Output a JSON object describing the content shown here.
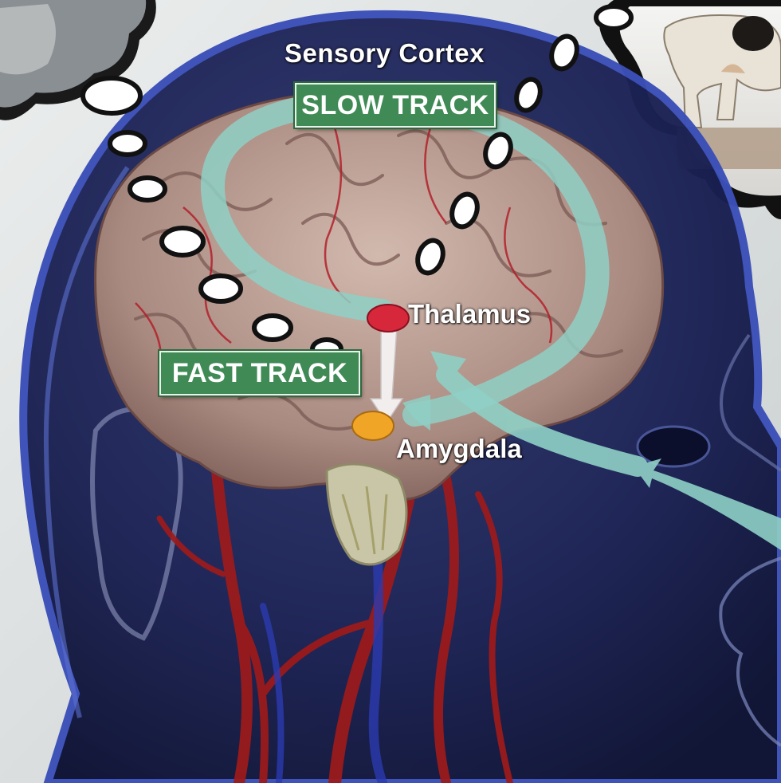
{
  "labels": {
    "sensory_cortex": "Sensory Cortex",
    "thalamus": "Thalamus",
    "amygdala": "Amygdala"
  },
  "tracks": {
    "slow": "SLOW TRACK",
    "fast": "FAST TRACK"
  },
  "colors": {
    "background": "#dfe3e3",
    "head": "#1a2150",
    "head_outline": "#3b4fb8",
    "brain": "#b79a90",
    "vessels": "#9e1a1a",
    "track_arrow": "#8fd0c6",
    "sign_green": "#3f8a55",
    "thalamus": "#d6283a",
    "amygdala": "#f0a526",
    "bubble": "#ffffff"
  }
}
